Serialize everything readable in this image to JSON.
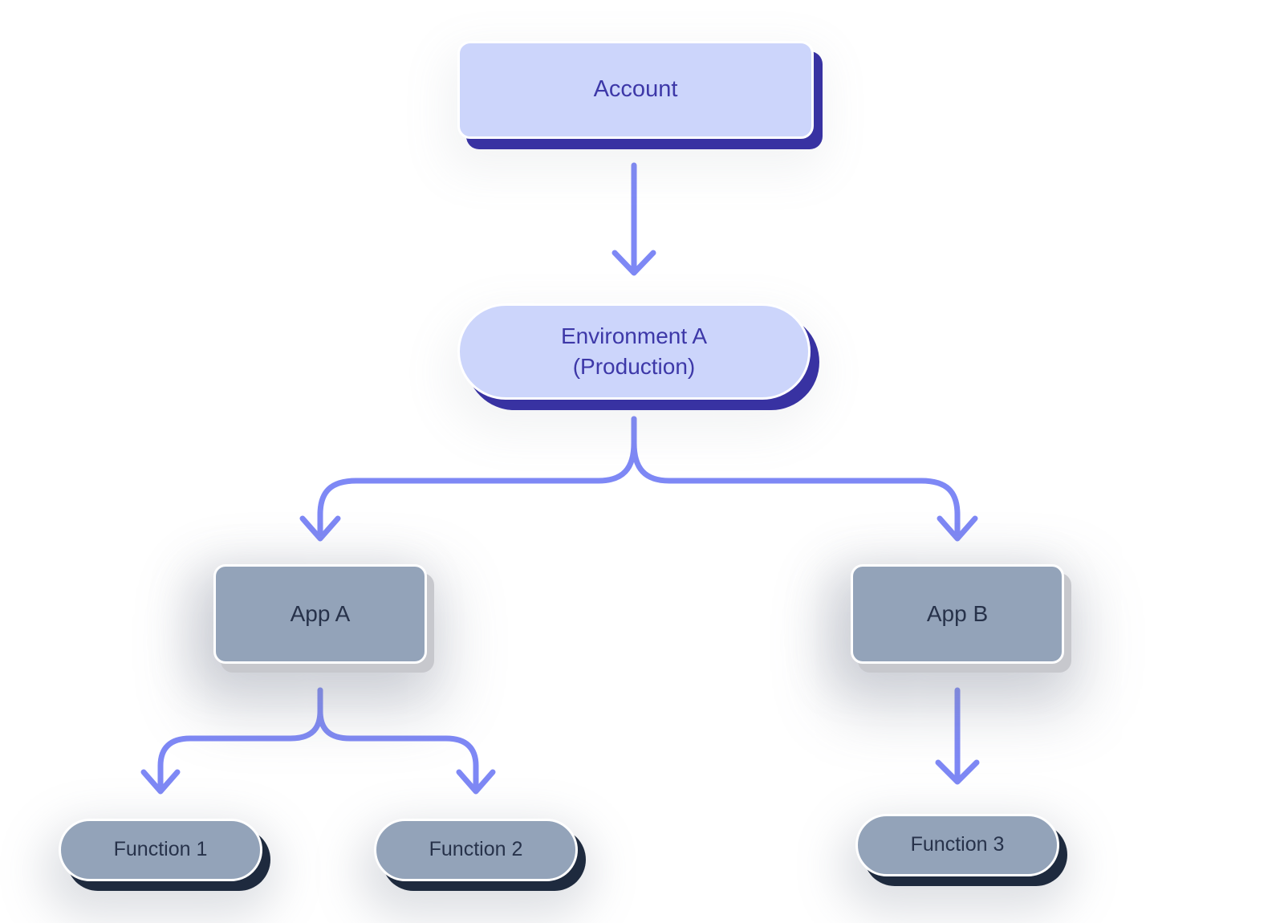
{
  "diagram": {
    "nodes": {
      "account": {
        "label": "Account"
      },
      "environment_a": {
        "label_line1": "Environment A",
        "label_line2": "(Production)"
      },
      "app_a": {
        "label": "App A"
      },
      "app_b": {
        "label": "App B"
      },
      "function_1": {
        "label": "Function 1"
      },
      "function_2": {
        "label": "Function 2"
      },
      "function_3": {
        "label": "Function 3"
      }
    },
    "edges": [
      {
        "from": "Account",
        "to": "Environment A (Production)"
      },
      {
        "from": "Environment A (Production)",
        "to": "App A"
      },
      {
        "from": "Environment A (Production)",
        "to": "App B"
      },
      {
        "from": "App A",
        "to": "Function 1"
      },
      {
        "from": "App A",
        "to": "Function 2"
      },
      {
        "from": "App B",
        "to": "Function 3"
      }
    ],
    "colors": {
      "indigo_fill": "#ccd5fb",
      "indigo_text": "#3d38a8",
      "indigo_shadow": "#3832a2",
      "slate_fill": "#93a3b9",
      "slate_text": "#27324a",
      "navy_shadow": "#1e2a3e",
      "gray_shadow": "#c7c8cd",
      "connector": "#7e88f5",
      "canvas_bg": "#ffffff"
    }
  }
}
